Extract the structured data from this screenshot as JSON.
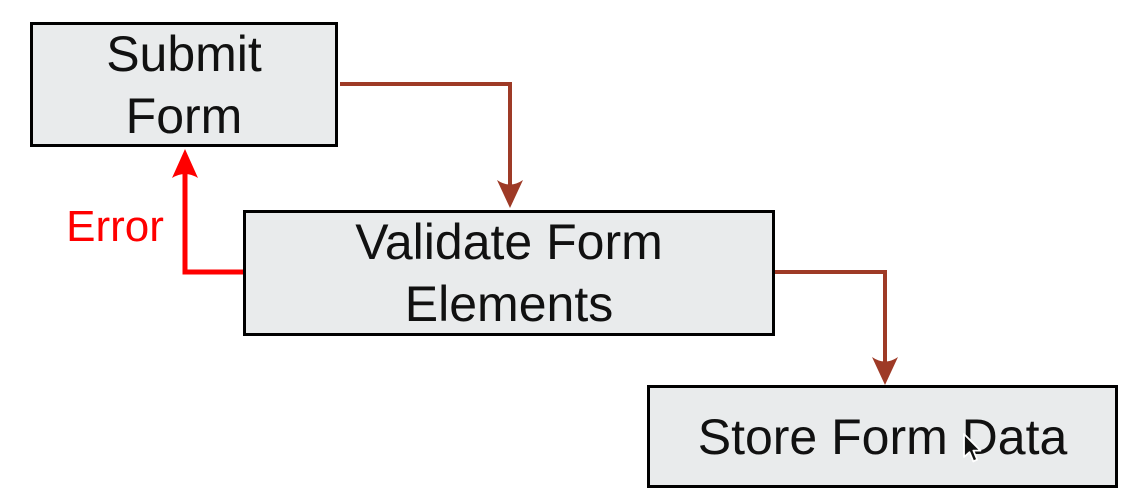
{
  "diagram": {
    "type": "flowchart",
    "nodes": [
      {
        "id": "submit",
        "label": "Submit\nForm"
      },
      {
        "id": "validate",
        "label": "Validate Form\nElements"
      },
      {
        "id": "store",
        "label": "Store Form Data"
      }
    ],
    "edges": [
      {
        "from": "submit",
        "to": "validate",
        "label": "",
        "style": "flow"
      },
      {
        "from": "validate",
        "to": "store",
        "label": "",
        "style": "flow"
      },
      {
        "from": "validate",
        "to": "submit",
        "label": "Error",
        "style": "error"
      }
    ],
    "error_edge_label": "Error"
  },
  "colors": {
    "node_fill": "#e9ebec",
    "node_border": "#000000",
    "flow_arrow": "#9e3a26",
    "error_arrow": "#ff0000",
    "error_text": "#ff0000"
  },
  "cursor": {
    "type": "arrow-pointer"
  }
}
